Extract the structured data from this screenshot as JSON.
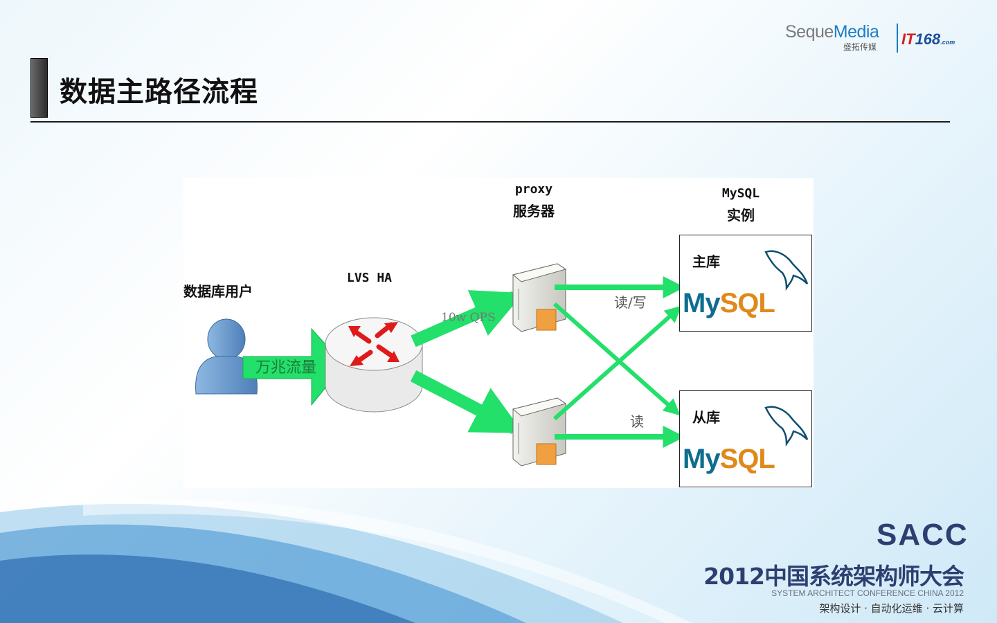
{
  "slide": {
    "title": "数据主路径流程"
  },
  "logos": {
    "seque_prefix": "Seque",
    "seque_suffix": "Media",
    "seque_sub": "盛拓传媒",
    "it168_it": "IT",
    "it168_num": "168",
    "it168_com": ".com"
  },
  "diagram": {
    "user_label": "数据库用户",
    "lvs_label": "LVS HA",
    "proxy_label_line1": "proxy",
    "proxy_label_line2": "服务器",
    "mysql_label_line1": "MySQL",
    "mysql_label_line2": "实例",
    "traffic_label": "万兆流量",
    "qps_label": "10w QPS",
    "rw_label": "读/写",
    "read_label": "读",
    "master_label": "主库",
    "slave_label": "从库",
    "mysql_my": "My",
    "mysql_sql": "SQL"
  },
  "footer": {
    "sacc": "SACC",
    "conference_title": "2012中国系统架构师大会",
    "conference_en": "SYSTEM ARCHITECT CONFERENCE CHINA 2012",
    "conference_tags": "架构设计 · 自动化运维 · 云计算"
  },
  "colors": {
    "arrow_green": "#22e06a",
    "router_red": "#e01a1a",
    "user_blue": "#6a9fd0",
    "accent_blue": "#1a7ec3",
    "sacc_navy": "#2d3f70"
  }
}
